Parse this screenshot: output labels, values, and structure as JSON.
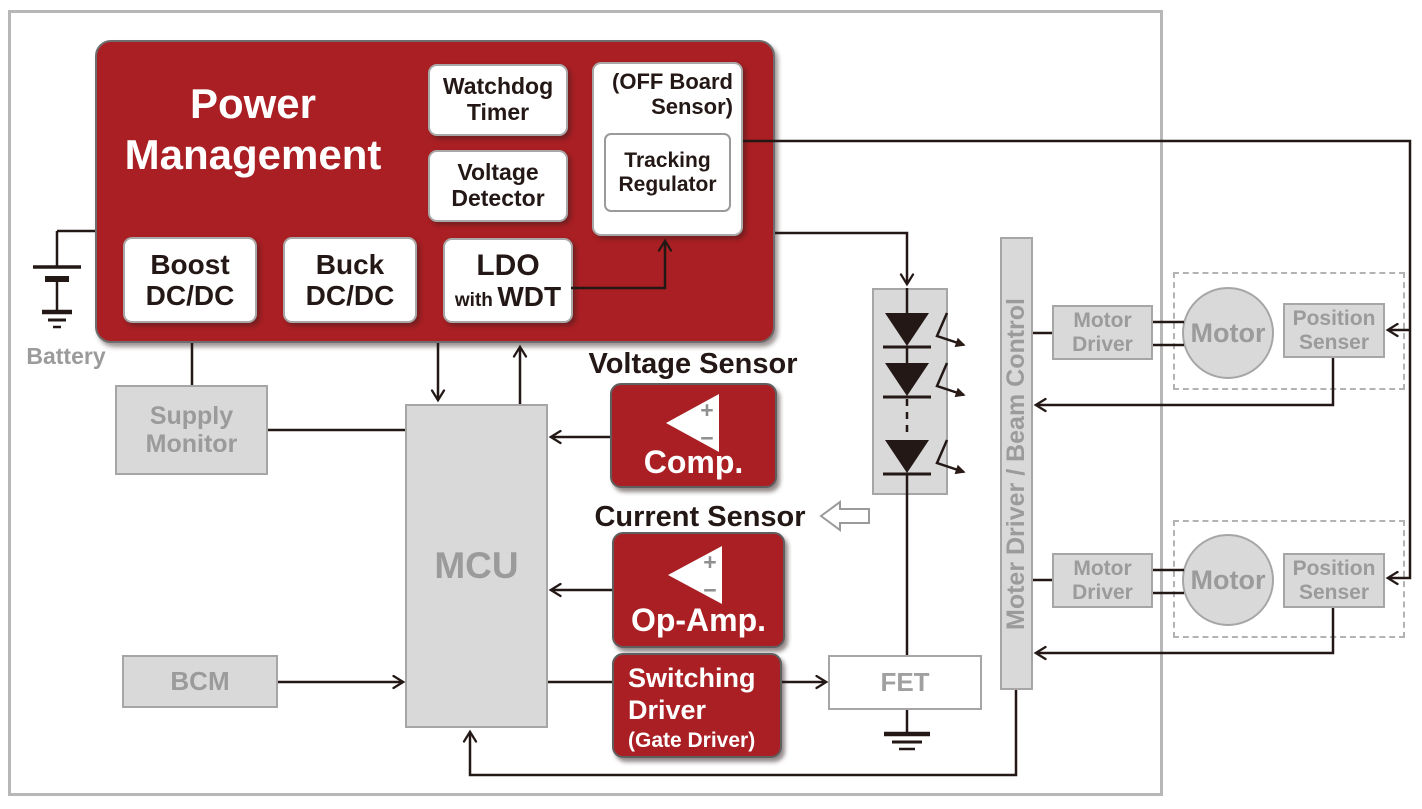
{
  "colors": {
    "red": "#A91F23",
    "gray_fill": "#D9D9D9",
    "gray_border": "#A6A6A6",
    "gray_text": "#9B9B9B",
    "ink": "#231815",
    "white": "#FFFFFF"
  },
  "battery": {
    "label": "Battery"
  },
  "power_management": {
    "title": "Power\nManagement",
    "watchdog": "Watchdog\nTimer",
    "voltage_detector": "Voltage\nDetector",
    "off_board": "(OFF Board\nSensor)",
    "tracking_regulator": "Tracking\nRegulator",
    "boost": "Boost\nDC/DC",
    "buck": "Buck\nDC/DC",
    "ldo_line1": "LDO",
    "ldo_with": "with",
    "ldo_wdt": "WDT"
  },
  "left_column": {
    "supply_monitor": "Supply\nMonitor",
    "bcm": "BCM"
  },
  "mcu": {
    "label": "MCU"
  },
  "sensors": {
    "voltage_sensor_title": "Voltage Sensor",
    "comp_label": "Comp.",
    "current_sensor_title": "Current Sensor",
    "op_amp_label": "Op-Amp.",
    "plus": "+",
    "minus": "−"
  },
  "driver_stage": {
    "switching_driver_main": "Switching\nDriver",
    "switching_driver_sub": "(Gate Driver)",
    "fet": "FET"
  },
  "beam_control": {
    "label": "Moter Driver / Beam Control"
  },
  "motor_assembly_top": {
    "motor_driver": "Motor\nDriver",
    "motor": "Motor",
    "position_sensor": "Position\nSenser"
  },
  "motor_assembly_bottom": {
    "motor_driver": "Motor\nDriver",
    "motor": "Motor",
    "position_sensor": "Position\nSenser"
  }
}
